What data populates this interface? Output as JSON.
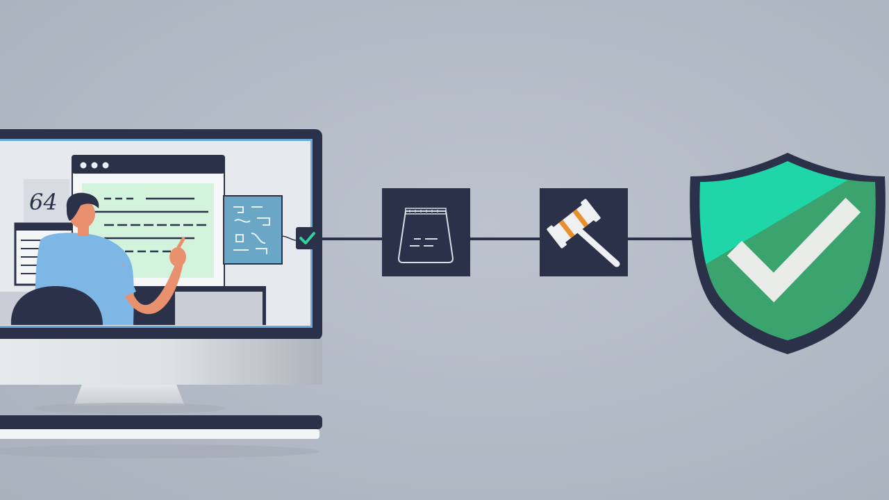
{
  "colors": {
    "background": "#b3bbc6",
    "navy": "#2b3148",
    "shield_teal": "#1fd6a8",
    "shield_green": "#3aa36e",
    "check": "#e9ece9",
    "monitor_screen": "#e6e9ee",
    "shirt": "#7db7e6",
    "skin": "#e9906e",
    "hair": "#2b3148",
    "gavel_accent": "#e8902e",
    "code_panel": "#6aa7c7",
    "highlight_green": "#d3f3dc"
  },
  "illustration": {
    "screen_sketch_text": "64",
    "monitor_status": "check",
    "shield_status": "check"
  },
  "icons": [
    "monitor-icon",
    "person-icon",
    "browser-window-icon",
    "code-panel-icon",
    "checkbox-icon",
    "document-stack-icon",
    "gavel-icon",
    "shield-check-icon"
  ]
}
